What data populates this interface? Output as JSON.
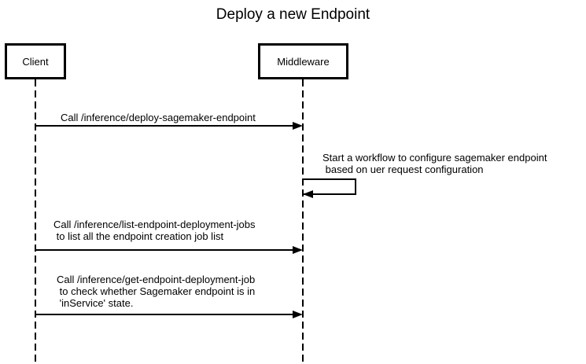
{
  "diagram": {
    "title": "Deploy a new Endpoint",
    "type": "sequence"
  },
  "actors": [
    {
      "name": "Client"
    },
    {
      "name": "Middleware"
    }
  ],
  "messages": [
    {
      "from": "Client",
      "to": "Middleware",
      "kind": "solid-arrow",
      "label": "Call /inference/deploy-sagemaker-endpoint"
    },
    {
      "from": "Middleware",
      "to": "Middleware",
      "kind": "self-loop",
      "label": "Start a workflow to configure sagemaker endpoint\n based on uer request configuration"
    },
    {
      "from": "Client",
      "to": "Middleware",
      "kind": "solid-arrow",
      "label": "Call /inference/list-endpoint-deployment-jobs\n to list all the endpoint creation job list"
    },
    {
      "from": "Client",
      "to": "Middleware",
      "kind": "solid-arrow",
      "label": "Call /inference/get-endpoint-deployment-job\n to check whether Sagemaker endpoint is in\n 'inService' state."
    }
  ],
  "colors": {
    "line": "#000000",
    "text": "#000000",
    "background": "#ffffff"
  }
}
